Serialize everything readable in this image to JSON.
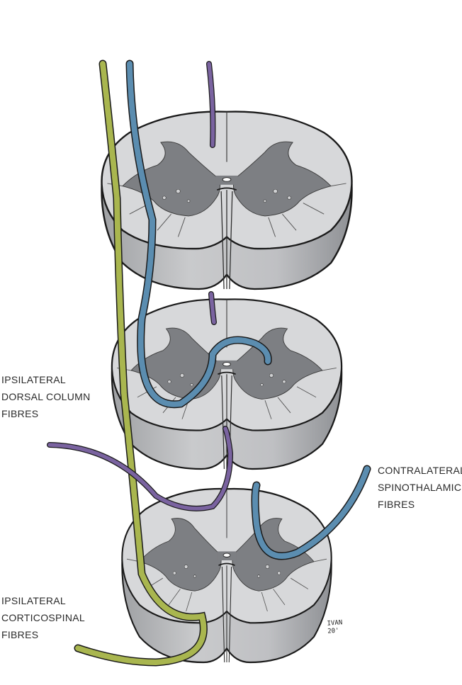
{
  "labels": {
    "dorsal": [
      "IPSILATERAL",
      "DORSAL COLUMN",
      "FIBRES"
    ],
    "spinothalamic": [
      "CONTRALATERAL",
      "SPINOTHALAMIC",
      "FIBRES"
    ],
    "corticospinal": [
      "IPSILATERAL",
      "CORTICOSPINAL",
      "FIBRES"
    ]
  },
  "signature": [
    "IVAN",
    "20'"
  ],
  "colors": {
    "dorsal_column_tract": "#a9b64f",
    "spinothalamic_tract": "#5b8db0",
    "corticospinal_tract": "#7a63a0",
    "white_matter": "#d3d4d6",
    "grey_matter": "#7d7f83",
    "outline": "#1a1a1a"
  }
}
